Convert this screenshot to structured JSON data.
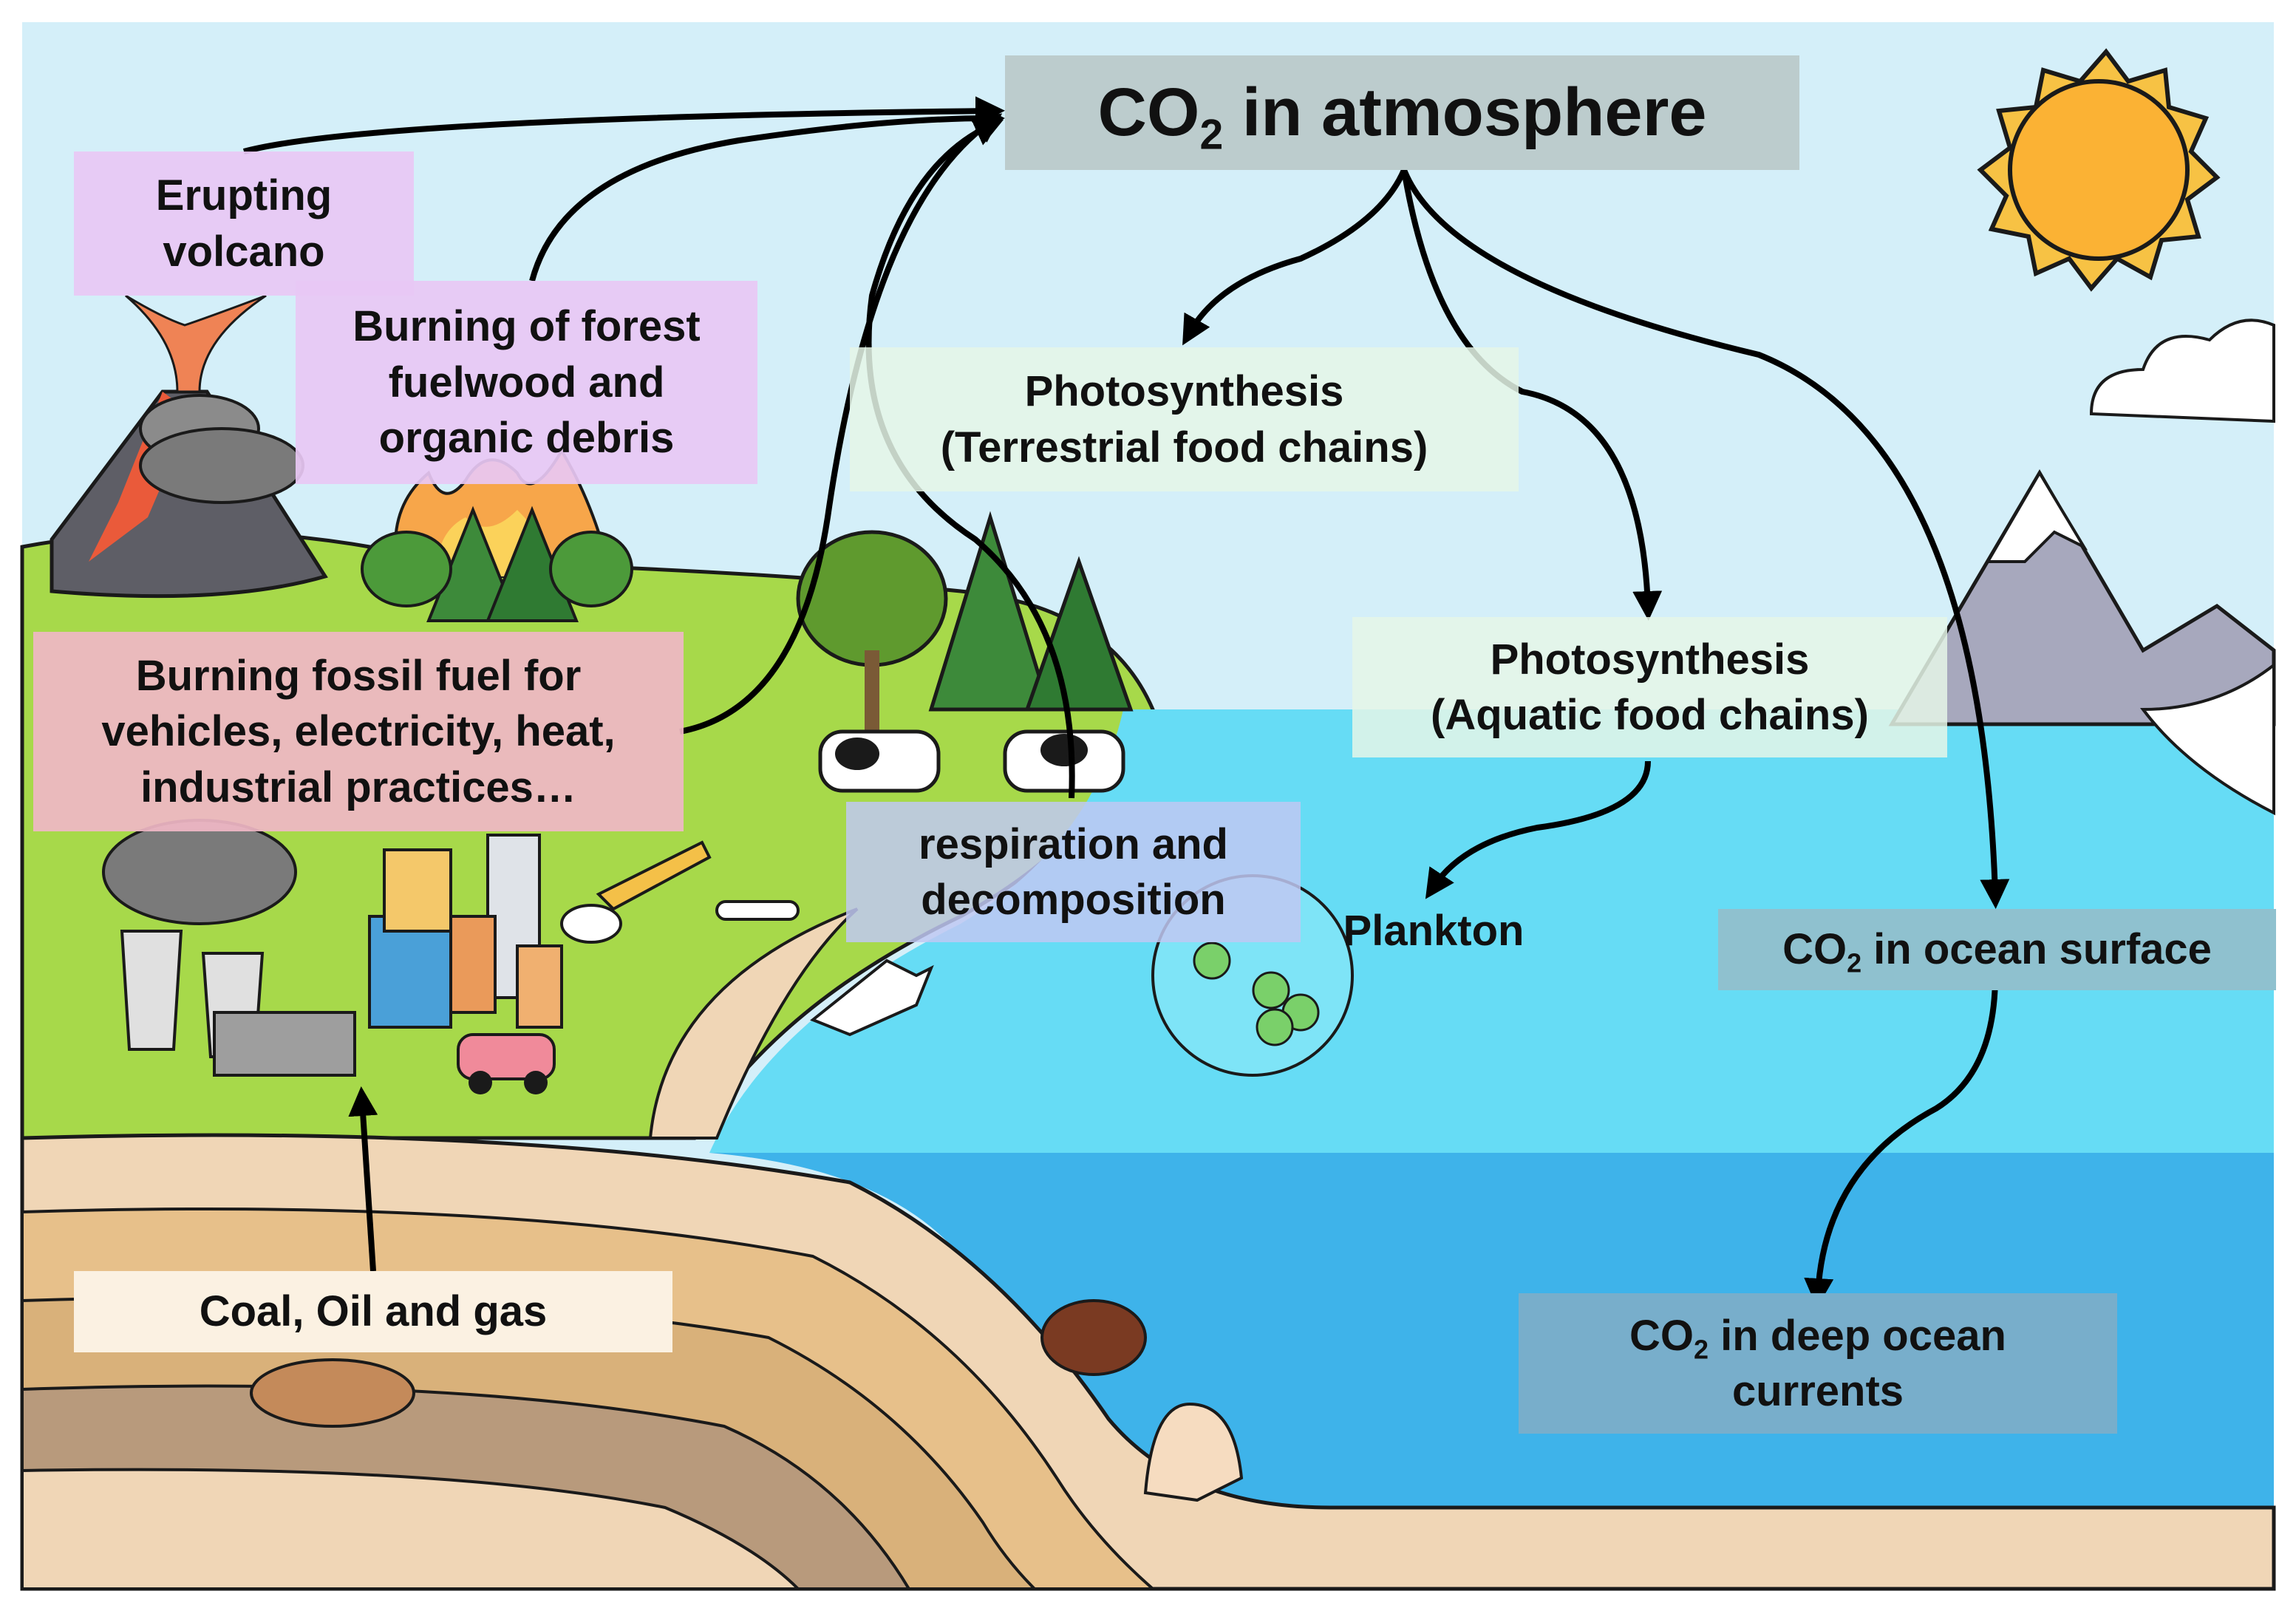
{
  "title": {
    "prefix": "CO",
    "sub": "2",
    "suffix": " in atmosphere"
  },
  "labels": {
    "volcano": [
      "Erupting",
      "volcano"
    ],
    "forest": [
      "Burning of forest",
      "fuelwood and",
      "organic debris"
    ],
    "fossil": [
      "Burning fossil fuel for",
      "vehicles, electricity, heat,",
      "industrial practices…"
    ],
    "photo_land": [
      "Photosynthesis",
      "(Terrestrial food chains)"
    ],
    "photo_aquatic": [
      "Photosynthesis",
      "(Aquatic food chains)"
    ],
    "respiration": [
      "respiration and",
      "decomposition"
    ],
    "plankton": "Plankton",
    "coal": "Coal, Oil and gas",
    "ocean_surface": {
      "prefix": "CO",
      "sub": "2",
      "suffix": " in ocean surface"
    },
    "deep_ocean": {
      "prefix": "CO",
      "sub": "2",
      "suffix": " in deep ocean",
      "line2": "currents"
    }
  },
  "colors": {
    "sky": "#d4eff9",
    "grass": "#a7d94a",
    "ocean_surface": "#66dcf5",
    "ocean_deep": "#3eb3ea",
    "sand": "#f0d6b6",
    "title_box": "#bccccd",
    "pink_box": "#e8c8f4",
    "red_box": "#f0b7c5",
    "green_box": "#e5f6e8",
    "blue_box": "#c0c8f2",
    "ocean_box": "#8fc1cf",
    "deep_box": "#78aecb",
    "coal_box": "#fbf1e2",
    "arrow": "#000000"
  }
}
